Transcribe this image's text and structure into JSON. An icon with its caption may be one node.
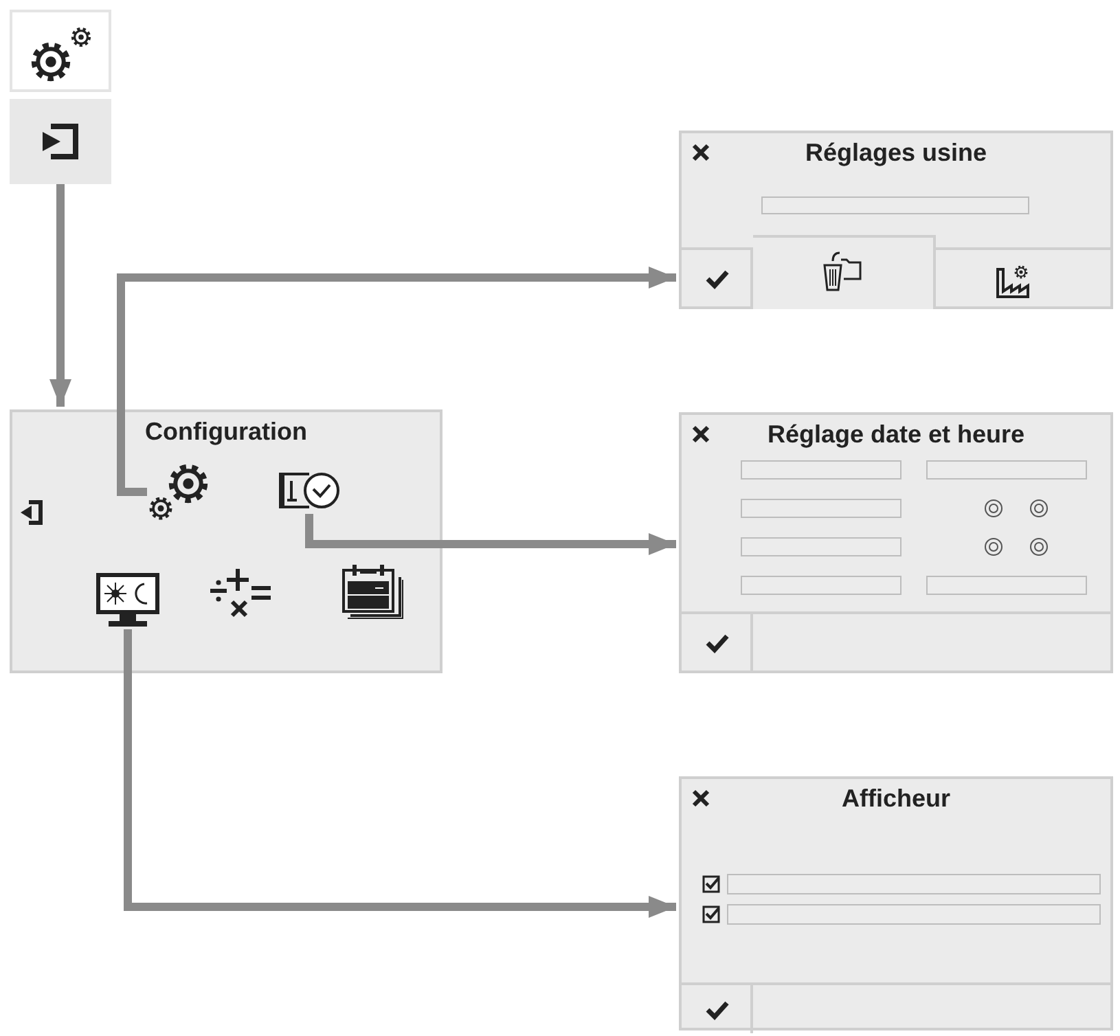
{
  "diagram": {
    "nodes": [
      {
        "text": [],
        "shape": "box"
      },
      {
        "text": [],
        "shape": "box"
      },
      {
        "text": [
          "Réglages usine"
        ]
      },
      {
        "text": [
          "Configuration"
        ]
      },
      {
        "text": [],
        "shape": "gear",
        "in": 3
      },
      {
        "text": [],
        "shape": "clock",
        "in": 3
      },
      {
        "text": [],
        "shape": "monitor",
        "in": 3
      },
      {
        "text": [
          "Réglage date et heure"
        ]
      },
      {
        "text": [
          "Afficheur"
        ]
      }
    ],
    "edges": [
      {
        "from": 1,
        "to": 3,
        "arrow": "to"
      },
      {
        "from": 4,
        "to": 2,
        "arrow": "to"
      },
      {
        "from": 5,
        "to": 7,
        "arrow": "to"
      },
      {
        "from": 6,
        "to": 8,
        "arrow": "to"
      }
    ]
  }
}
